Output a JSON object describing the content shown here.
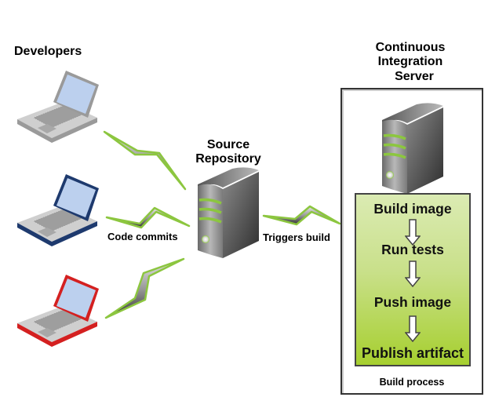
{
  "labels": {
    "developers": "Developers",
    "source_repository_line1": "Source",
    "source_repository_line2": "Repository",
    "ci_server_line1": "Continuous",
    "ci_server_line2": "Integration",
    "ci_server_line3": "Server",
    "code_commits": "Code commits",
    "triggers_build": "Triggers build",
    "build_process": "Build process"
  },
  "build_steps": [
    {
      "label": "Build image"
    },
    {
      "label": "Run tests"
    },
    {
      "label": "Push image"
    },
    {
      "label": "Publish artifact"
    }
  ],
  "developers": [
    {
      "name": "laptop-gray",
      "color": "#9a9a9a"
    },
    {
      "name": "laptop-blue",
      "color": "#1e3a6e"
    },
    {
      "name": "laptop-red",
      "color": "#d42020"
    }
  ],
  "colors": {
    "accent_green": "#8cc63f",
    "build_box_top": "#dbebb3",
    "build_box_bottom": "#a6cf2f",
    "screen": "#bcd0ee"
  }
}
